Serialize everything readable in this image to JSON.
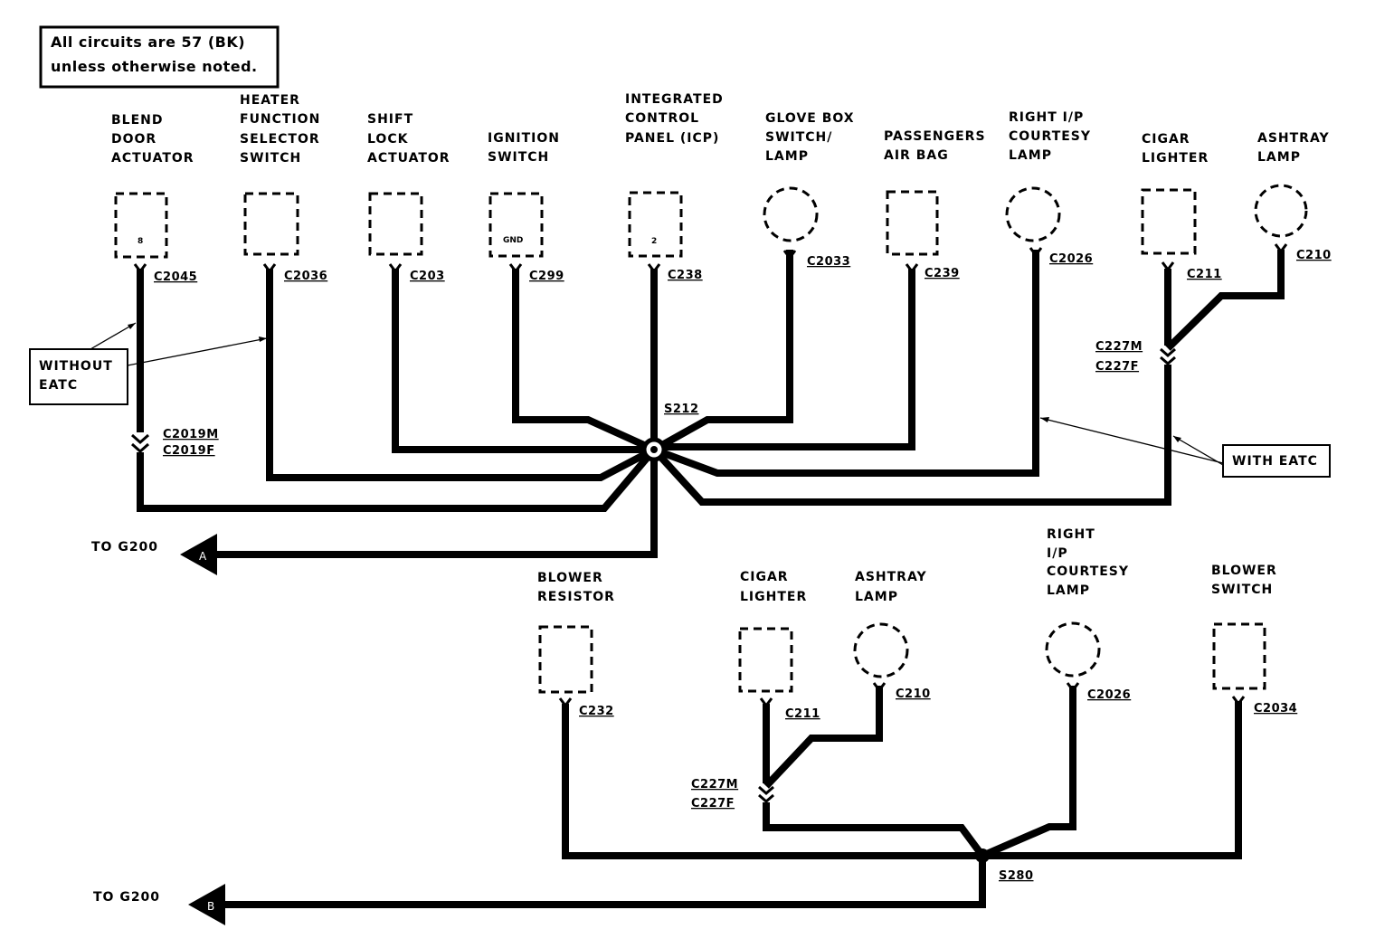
{
  "note": {
    "line1": "All circuits are 57 (BK)",
    "line2": "unless otherwise noted."
  },
  "top": {
    "components": {
      "blend_door": {
        "label": [
          "BLEND",
          "DOOR",
          "ACTUATOR"
        ],
        "pin": "8",
        "connector": "C2045"
      },
      "heater_fn": {
        "label": [
          "HEATER",
          "FUNCTION",
          "SELECTOR",
          "SWITCH"
        ],
        "connector": "C2036"
      },
      "shift_lock": {
        "label": [
          "SHIFT",
          "LOCK",
          "ACTUATOR"
        ],
        "connector": "C203"
      },
      "ignition": {
        "label": [
          "IGNITION",
          "SWITCH"
        ],
        "pin": "GND",
        "connector": "C299"
      },
      "icp": {
        "label": [
          "INTEGRATED",
          "CONTROL",
          "PANEL (ICP)"
        ],
        "pin": "2",
        "connector": "C238"
      },
      "glove_box": {
        "label": [
          "GLOVE BOX",
          "SWITCH/",
          "LAMP"
        ],
        "connector": "C2033"
      },
      "air_bag": {
        "label": [
          "PASSENGERS",
          "AIR BAG"
        ],
        "connector": "C239"
      },
      "courtesy": {
        "label": [
          "RIGHT I/P",
          "COURTESY",
          "LAMP"
        ],
        "connector": "C2026"
      },
      "cigar": {
        "label": [
          "CIGAR",
          "LIGHTER"
        ],
        "connector": "C211"
      },
      "ashtray": {
        "label": [
          "ASHTRAY",
          "LAMP"
        ],
        "connector": "C210"
      }
    },
    "inline_left": {
      "male": "C2019M",
      "female": "C2019F"
    },
    "inline_right": {
      "male": "C227M",
      "female": "C227F"
    },
    "splice": "S212",
    "to_ground": "TO G200",
    "arrow_label": "A",
    "without_eatc": [
      "WITHOUT",
      "EATC"
    ],
    "with_eatc": "WITH EATC"
  },
  "bottom": {
    "components": {
      "blower_resistor": {
        "label": [
          "BLOWER",
          "RESISTOR"
        ],
        "connector": "C232"
      },
      "cigar": {
        "label": [
          "CIGAR",
          "LIGHTER"
        ],
        "connector": "C211"
      },
      "ashtray": {
        "label": [
          "ASHTRAY",
          "LAMP"
        ],
        "connector": "C210"
      },
      "courtesy": {
        "label": [
          "RIGHT",
          "I/P",
          "COURTESY",
          "LAMP"
        ],
        "connector": "C2026"
      },
      "blower_switch": {
        "label": [
          "BLOWER",
          "SWITCH"
        ],
        "connector": "C2034"
      }
    },
    "inline": {
      "male": "C227M",
      "female": "C227F"
    },
    "splice": "S280",
    "to_ground": "TO G200",
    "arrow_label": "B"
  }
}
